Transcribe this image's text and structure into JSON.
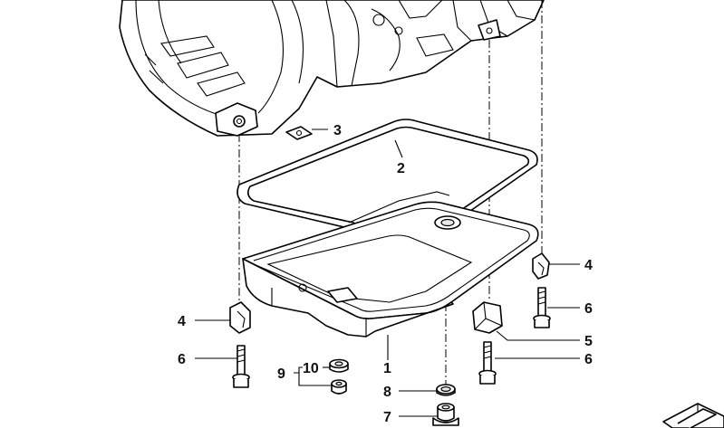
{
  "callouts": {
    "c1": "1",
    "c2": "2",
    "c3": "3",
    "c4a": "4",
    "c4b": "4",
    "c5": "5",
    "c6a": "6",
    "c6b": "6",
    "c6c": "6",
    "c7": "7",
    "c8": "8",
    "c9": "9",
    "c10": "10"
  },
  "parts": {
    "transmission": "transmission-housing",
    "gasket": "oil-pan-gasket",
    "pan": "oil-pan",
    "drain_plug": "drain-plug",
    "seal": "sealing-ring"
  }
}
